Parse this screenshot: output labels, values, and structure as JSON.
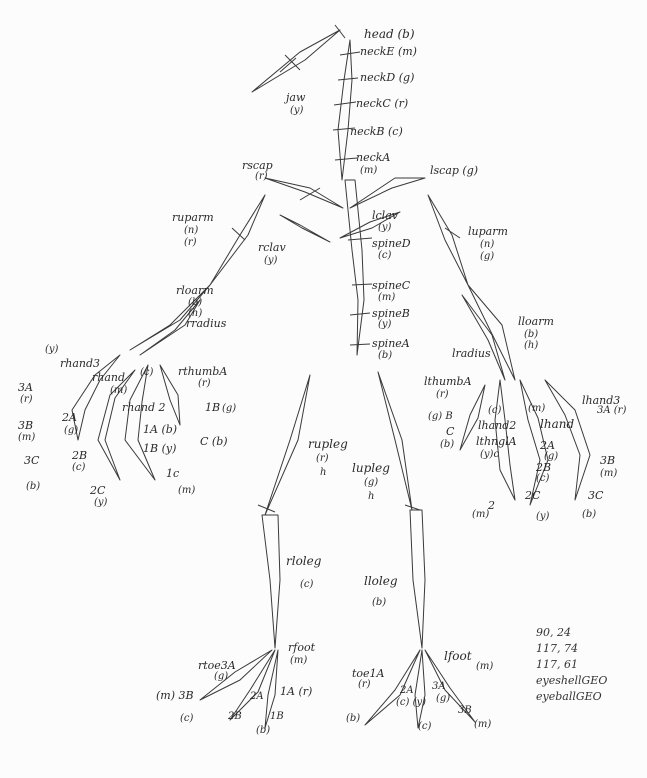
{
  "labels": {
    "head": "head (b)",
    "neckE": "neckE (m)",
    "neckD": "neckD (g)",
    "neckC": "neckC (r)",
    "neckB": "neckB (c)",
    "neckA": "neckA",
    "neckA_code": "(m)",
    "jaw": "jaw",
    "jaw_code": "(y)",
    "rscap": "rscap",
    "rscap_code": "(r)",
    "lscap": "lscap (g)",
    "ruparm": "ruparm",
    "ruparm_code1": "(n)",
    "ruparm_code2": "(r)",
    "rclav": "rclav",
    "rclav_code": "(y)",
    "lclav": "lclav",
    "lclav_code": "(y)",
    "spineD": "spineD",
    "spineD_code": "(c)",
    "luparm": "luparm",
    "luparm_code1": "(n)",
    "luparm_code2": "(g)",
    "spineC": "spineC",
    "spineC_code": "(m)",
    "spineB": "spineB",
    "spineB_code": "(y)",
    "spineA": "spineA",
    "spineA_code": "(b)",
    "rloarm": "rloarm",
    "rloarm_code": "(b)",
    "rloarm_code2": "(h)",
    "rradius": "rradius",
    "lloarm": "lloarm",
    "lloarm_code": "(b)",
    "lloarm_code2": "(h)",
    "lradius": "lradius",
    "rthand3": "rhand3",
    "rthand3_code": "(y)",
    "rhand": "rhand",
    "rhand_code": "(m)",
    "rhand_c": "(c)",
    "rthumbA": "rthumbA",
    "rthumbA_code": "(r)",
    "rhand2": "rhand 2",
    "r1B": "1B",
    "r1B_code": "(g)",
    "r1A": "1A (b)",
    "r1Bb": "1B (y)",
    "rC": "C (b)",
    "r1c": "1c",
    "r1c_code": "(m)",
    "r3A": "3A",
    "r3A_code": "(r)",
    "r3B": "3B",
    "r3B_code": "(m)",
    "r3C": "3C",
    "r3C_code": "(b)",
    "r2A": "2A",
    "r2A_code": "(g)",
    "r2B": "2B",
    "r2B_code": "(c)",
    "r2C": "2C",
    "r2C_code": "(y)",
    "lthumbA": "lthumbA",
    "lthumbA_code": "(r)",
    "lhand3": "lhand3",
    "lhand3_code": "3A (r)",
    "lhand2": "lhand2",
    "lhand": "lhand",
    "lthumb_c": "(c)",
    "lthumb_m": "(m)",
    "lg_B": "(g) B",
    "lC": "C",
    "lC_code": "(b)",
    "lthinglA": "lthnglA",
    "lthinglA_code": "(y)c",
    "l2A": "2A",
    "l2A_code": "(g)",
    "l2B": "2B",
    "l2B_code": "(c)",
    "l2C": "2C",
    "l2C_code": "(y)",
    "l2": "2",
    "l2_code": "(m)",
    "l3B": "3B",
    "l3B_code": "(m)",
    "l3C": "3C",
    "l3C_code": "(b)",
    "rupleg": "rupleg",
    "rupleg_code1": "(r)",
    "rupleg_code2": "h",
    "lupleg": "lupleg",
    "lupleg_code1": "(g)",
    "lupleg_code2": "h",
    "rloleg": "rloleg",
    "rloleg_code": "(c)",
    "lloleg": "lloleg",
    "lloleg_code": "(b)",
    "rfoot": "rfoot",
    "rfoot_code": "(m)",
    "ltoe3A": "rtoe3A",
    "ltoe3A_code": "(g)",
    "r3B_foot": "(m) 3B",
    "r2A_foot": "2A",
    "r1A_foot": "1A (r)",
    "r2B_foot": "2B",
    "r1B_foot": "1B",
    "rfoot_c": "(c)",
    "rfoot_b": "(b)",
    "lfoot": "lfoot",
    "lfoot_code": "(m)",
    "toe1A": "toe1A",
    "toe1A_code": "(r)",
    "lfoot_2A": "2A",
    "lfoot_3A": "3A",
    "lfoot_3A_code": "(g)",
    "lfoot_cy": "(c) (y)",
    "lfoot_b": "(b)",
    "lfoot_3B": "3B",
    "lfoot_3B_m": "(m)",
    "lfoot_c": "(c)"
  },
  "notes": [
    "90, 24",
    "117, 74",
    "117, 61",
    "eyeshellGEO",
    "eyeballGEO"
  ]
}
